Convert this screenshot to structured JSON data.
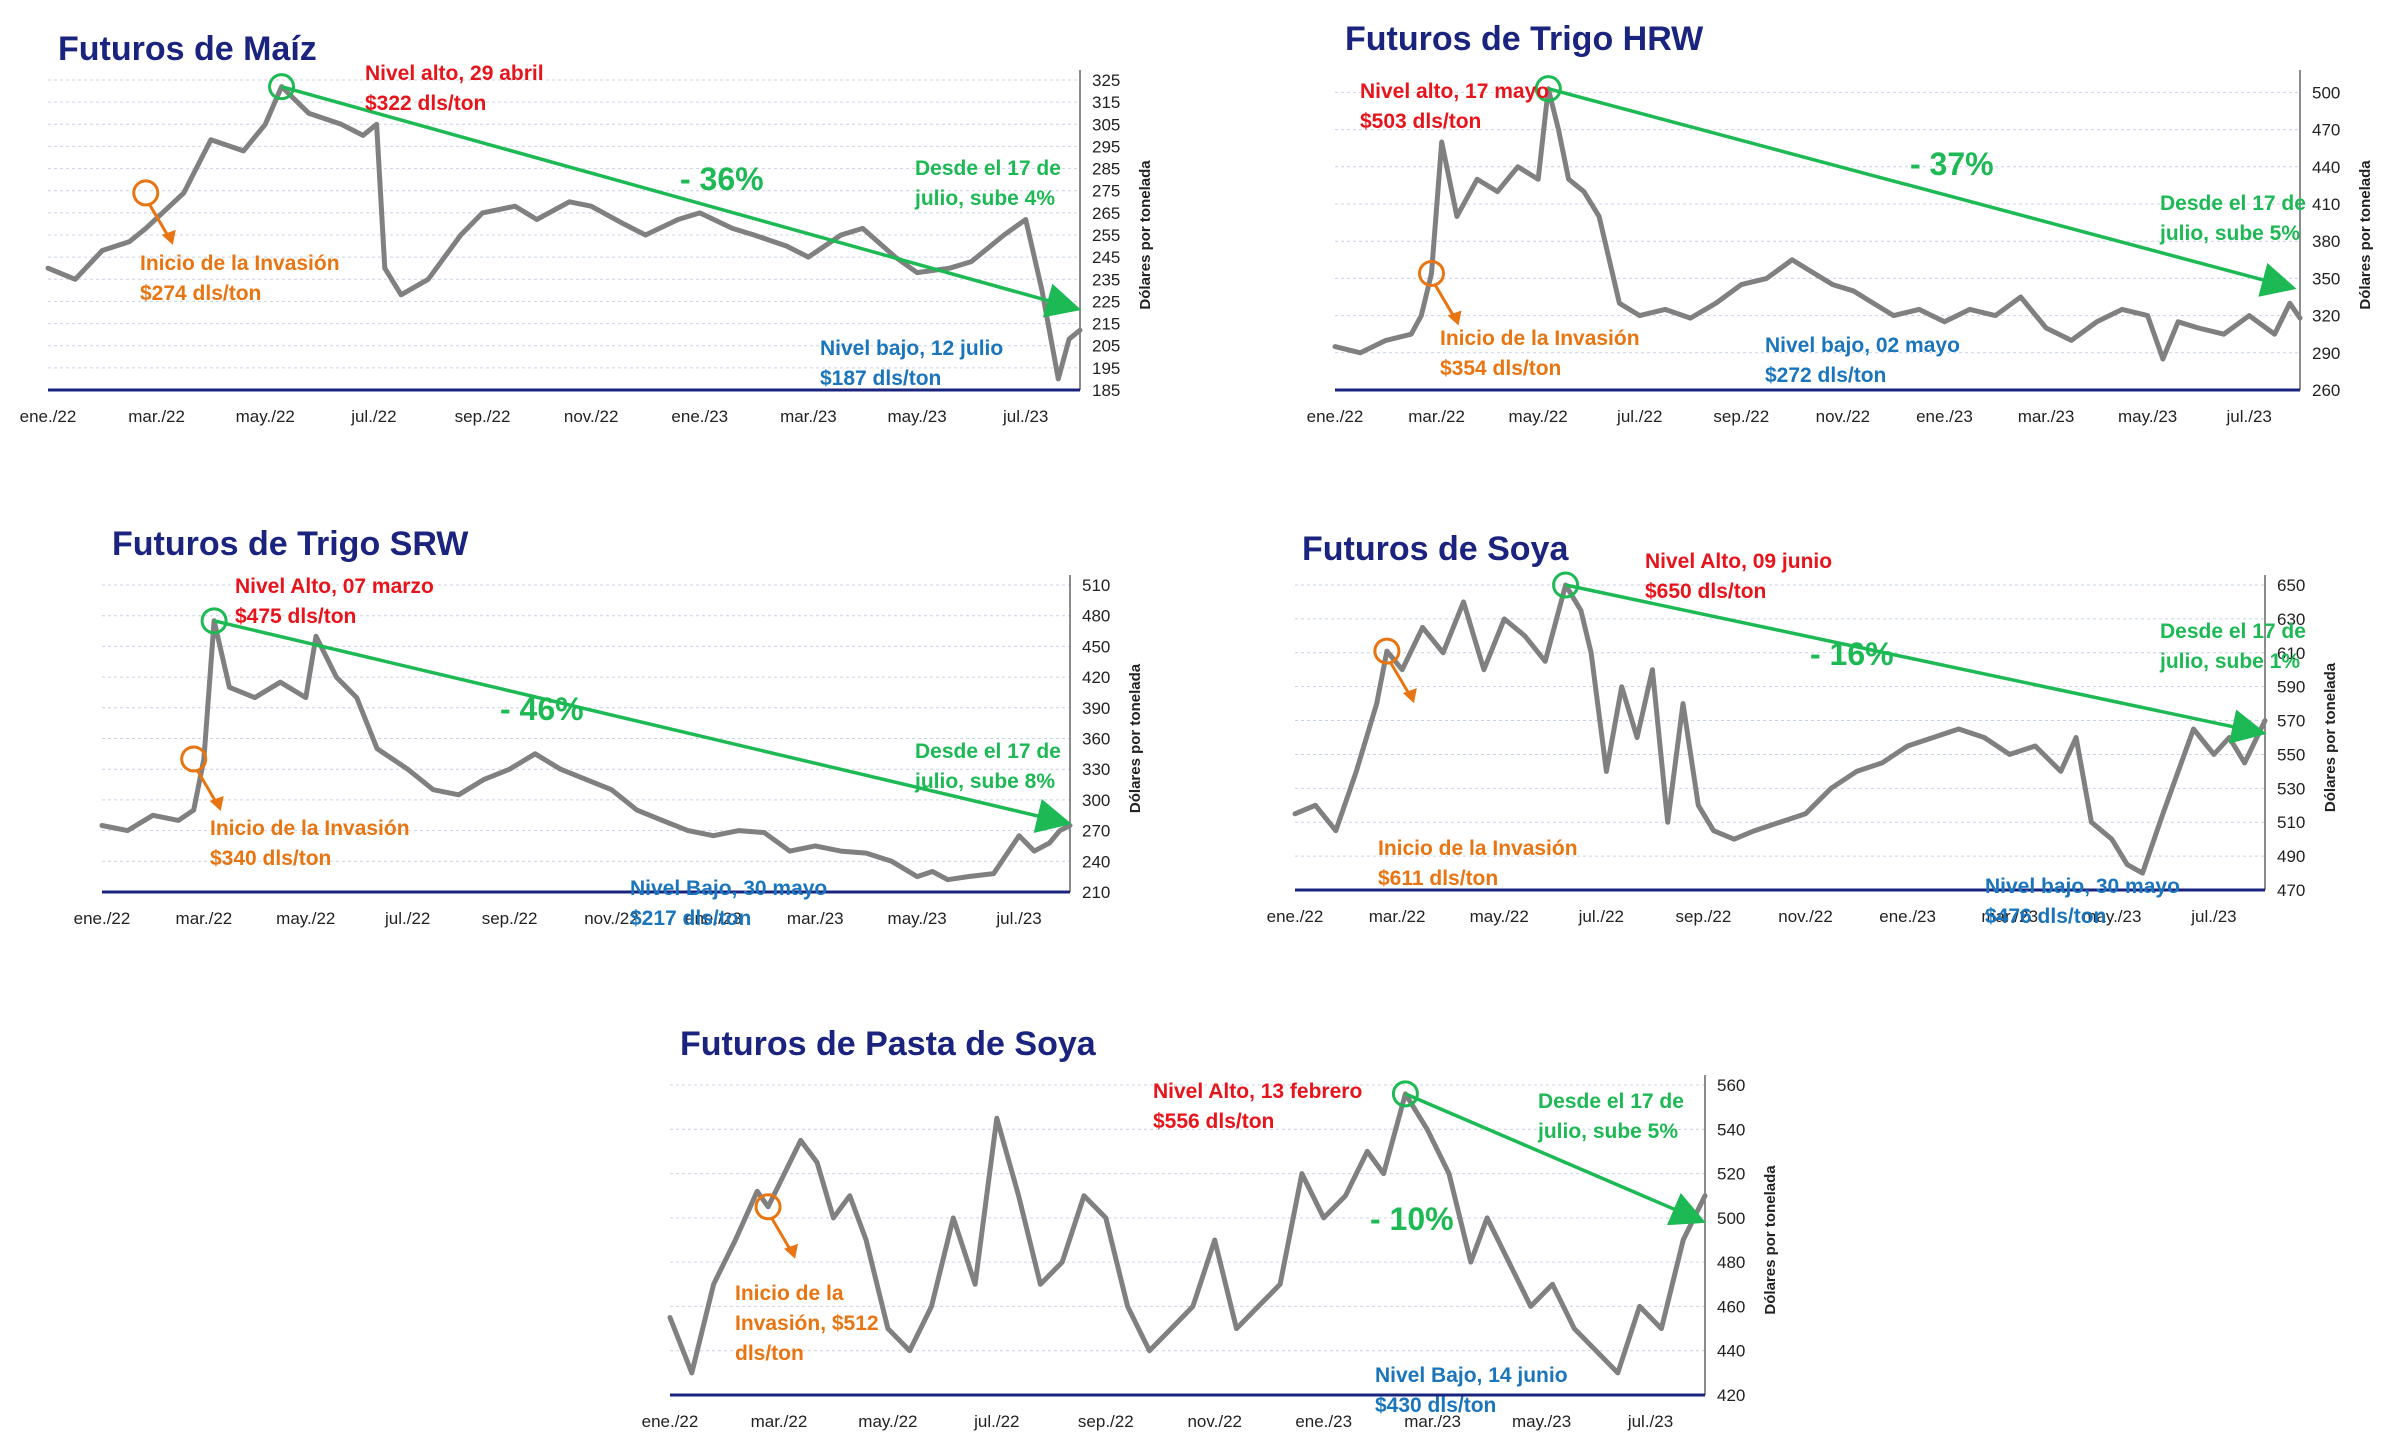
{
  "common": {
    "ylabel": "Dólares por tonelada",
    "month_labels": [
      "ene./22",
      "mar./22",
      "may./22",
      "jul./22",
      "sep./22",
      "nov./22",
      "ene./23",
      "mar./23",
      "may./23",
      "jul./23"
    ]
  },
  "colors": {
    "title": "#1a237e",
    "high": "#e8141b",
    "invasion": "#e87511",
    "low": "#1a75bc",
    "trend": "#1db954",
    "line": "#808080"
  },
  "chart_data": [
    {
      "id": "maiz",
      "type": "line",
      "title": "Futuros de Maíz",
      "ylabel": "Dólares por tonelada",
      "ylim": [
        185,
        325
      ],
      "yticks": [
        185,
        195,
        205,
        215,
        225,
        235,
        245,
        255,
        265,
        275,
        285,
        295,
        305,
        315,
        325
      ],
      "grid": true,
      "x_range": [
        0,
        19
      ],
      "x_ticks": [
        0,
        2,
        4,
        6,
        8,
        10,
        12,
        14,
        16,
        18
      ],
      "x_tick_labels": [
        "ene./22",
        "mar./22",
        "may./22",
        "jul./22",
        "sep./22",
        "nov./22",
        "ene./23",
        "mar./23",
        "may./23",
        "jul./23"
      ],
      "series_x": [
        0,
        0.5,
        1,
        1.5,
        1.8,
        2.5,
        3,
        3.6,
        4,
        4.3,
        4.8,
        5.4,
        5.8,
        6.05,
        6.2,
        6.5,
        7,
        7.6,
        8,
        8.6,
        9,
        9.6,
        10,
        10.6,
        11,
        11.6,
        12,
        12.6,
        13,
        13.6,
        14,
        14.6,
        15,
        15.6,
        16,
        16.6,
        17,
        17.6,
        18,
        18.3,
        18.6,
        18.8,
        19
      ],
      "series_y": [
        240,
        235,
        248,
        252,
        258,
        274,
        298,
        293,
        305,
        322,
        310,
        305,
        300,
        305,
        240,
        228,
        235,
        255,
        265,
        268,
        262,
        270,
        268,
        260,
        255,
        262,
        265,
        258,
        255,
        250,
        245,
        255,
        258,
        245,
        238,
        240,
        243,
        255,
        262,
        230,
        190,
        208,
        212
      ],
      "annotations": [
        {
          "id": "high",
          "marker_x": 4.3,
          "marker_y": 322,
          "lines": [
            "Nivel alto, 29 abril",
            "$322 dls/ton"
          ],
          "color": "high"
        },
        {
          "id": "invasion",
          "marker_x": 1.8,
          "marker_y": 274,
          "lines": [
            "Inicio de la Invasión",
            "$274 dls/ton"
          ],
          "color": "invasion"
        },
        {
          "id": "low",
          "lines": [
            "Nivel bajo, 12 julio",
            "$187 dls/ton"
          ],
          "color": "low"
        },
        {
          "id": "since",
          "lines": [
            "Desde el 17 de",
            "julio, sube 4%"
          ],
          "color": "trend"
        }
      ],
      "trend": {
        "label": "- 36%",
        "from": [
          4.3,
          322
        ],
        "to": [
          18.9,
          222
        ]
      }
    },
    {
      "id": "trigo_hrw",
      "type": "line",
      "title": "Futuros de Trigo HRW",
      "ylabel": "Dólares por tonelada",
      "ylim": [
        260,
        510
      ],
      "yticks": [
        260,
        290,
        320,
        350,
        380,
        410,
        440,
        470,
        500
      ],
      "grid": true,
      "x_range": [
        0,
        19
      ],
      "x_ticks": [
        0,
        2,
        4,
        6,
        8,
        10,
        12,
        14,
        16,
        18
      ],
      "x_tick_labels": [
        "ene./22",
        "mar./22",
        "may./22",
        "jul./22",
        "sep./22",
        "nov./22",
        "ene./23",
        "mar./23",
        "may./23",
        "jul./23"
      ],
      "series_x": [
        0,
        0.5,
        1,
        1.5,
        1.7,
        1.9,
        2.1,
        2.4,
        2.8,
        3.2,
        3.6,
        4,
        4.2,
        4.4,
        4.6,
        4.9,
        5.2,
        5.6,
        6,
        6.5,
        7,
        7.5,
        8,
        8.5,
        9,
        9.4,
        9.8,
        10.2,
        10.6,
        11,
        11.5,
        12,
        12.5,
        13,
        13.5,
        14,
        14.5,
        15,
        15.5,
        16,
        16.3,
        16.6,
        17,
        17.5,
        18,
        18.5,
        18.8,
        19
      ],
      "series_y": [
        295,
        290,
        300,
        305,
        320,
        354,
        460,
        400,
        430,
        420,
        440,
        430,
        503,
        470,
        430,
        420,
        400,
        330,
        320,
        325,
        318,
        330,
        345,
        350,
        365,
        355,
        345,
        340,
        330,
        320,
        325,
        315,
        325,
        320,
        335,
        310,
        300,
        315,
        325,
        320,
        285,
        315,
        310,
        305,
        320,
        305,
        330,
        318
      ],
      "annotations": [
        {
          "id": "high",
          "marker_x": 4.2,
          "marker_y": 503,
          "lines": [
            "Nivel alto, 17 mayo",
            "$503 dls/ton"
          ],
          "color": "high"
        },
        {
          "id": "invasion",
          "marker_x": 1.9,
          "marker_y": 354,
          "lines": [
            "Inicio de la Invasión",
            "$354 dls/ton"
          ],
          "color": "invasion"
        },
        {
          "id": "low",
          "lines": [
            "Nivel bajo, 02 mayo",
            "$272 dls/ton"
          ],
          "color": "low"
        },
        {
          "id": "since",
          "lines": [
            "Desde el 17 de",
            "julio, sube 5%"
          ],
          "color": "trend"
        }
      ],
      "trend": {
        "label": "- 37%",
        "from": [
          4.2,
          503
        ],
        "to": [
          18.8,
          343
        ]
      }
    },
    {
      "id": "trigo_srw",
      "type": "line",
      "title": "Futuros de Trigo SRW",
      "ylabel": "Dólares por tonelada",
      "ylim": [
        210,
        510
      ],
      "yticks": [
        210,
        240,
        270,
        300,
        330,
        360,
        390,
        420,
        450,
        480,
        510
      ],
      "grid": true,
      "x_range": [
        0,
        19
      ],
      "x_ticks": [
        0,
        2,
        4,
        6,
        8,
        10,
        12,
        14,
        16,
        18
      ],
      "x_tick_labels": [
        "ene./22",
        "mar./22",
        "may./22",
        "jul./22",
        "sep./22",
        "nov./22",
        "ene./23",
        "mar./23",
        "may./23",
        "jul./23"
      ],
      "series_x": [
        0,
        0.5,
        1,
        1.5,
        1.8,
        2,
        2.2,
        2.5,
        3,
        3.5,
        4,
        4.2,
        4.6,
        5,
        5.4,
        6,
        6.5,
        7,
        7.5,
        8,
        8.5,
        9,
        9.5,
        10,
        10.5,
        11,
        11.5,
        12,
        12.5,
        13,
        13.5,
        14,
        14.5,
        15,
        15.5,
        16,
        16.3,
        16.6,
        17,
        17.5,
        18,
        18.3,
        18.6,
        18.8,
        19
      ],
      "series_y": [
        275,
        270,
        285,
        280,
        290,
        340,
        475,
        410,
        400,
        415,
        400,
        460,
        420,
        400,
        350,
        330,
        310,
        305,
        320,
        330,
        345,
        330,
        320,
        310,
        290,
        280,
        270,
        265,
        270,
        268,
        250,
        255,
        250,
        248,
        240,
        225,
        230,
        222,
        225,
        228,
        265,
        250,
        258,
        270,
        275
      ],
      "annotations": [
        {
          "id": "high",
          "marker_x": 2.2,
          "marker_y": 475,
          "lines": [
            "Nivel Alto, 07 marzo",
            "$475 dls/ton"
          ],
          "color": "high"
        },
        {
          "id": "invasion",
          "marker_x": 1.8,
          "marker_y": 340,
          "lines": [
            "Inicio de la Invasión",
            "$340 dls/ton"
          ],
          "color": "invasion"
        },
        {
          "id": "low",
          "lines": [
            "Nivel Bajo, 30 mayo",
            "$217 dls/ton"
          ],
          "color": "low"
        },
        {
          "id": "since",
          "lines": [
            "Desde el 17 de",
            "julio, sube 8%"
          ],
          "color": "trend"
        }
      ],
      "trend": {
        "label": "- 46%",
        "from": [
          2.2,
          475
        ],
        "to": [
          18.9,
          278
        ]
      }
    },
    {
      "id": "soya",
      "type": "line",
      "title": "Futuros de Soya",
      "ylabel": "Dólares por tonelada",
      "ylim": [
        470,
        650
      ],
      "yticks": [
        470,
        490,
        510,
        530,
        550,
        570,
        590,
        610,
        630,
        650
      ],
      "grid": true,
      "x_range": [
        0,
        19
      ],
      "x_ticks": [
        0,
        2,
        4,
        6,
        8,
        10,
        12,
        14,
        16,
        18
      ],
      "x_tick_labels": [
        "ene./22",
        "mar./22",
        "may./22",
        "jul./22",
        "sep./22",
        "nov./22",
        "ene./23",
        "mar./23",
        "may./23",
        "jul./23"
      ],
      "series_x": [
        0,
        0.4,
        0.8,
        1.2,
        1.6,
        1.8,
        2.1,
        2.5,
        2.9,
        3.3,
        3.7,
        4.1,
        4.5,
        4.9,
        5.3,
        5.6,
        5.8,
        6.1,
        6.4,
        6.7,
        7,
        7.3,
        7.6,
        7.9,
        8.2,
        8.6,
        9,
        9.5,
        10,
        10.5,
        11,
        11.5,
        12,
        12.5,
        13,
        13.5,
        14,
        14.5,
        15,
        15.3,
        15.6,
        16,
        16.3,
        16.6,
        17,
        17.3,
        17.6,
        18,
        18.3,
        18.6,
        19
      ],
      "series_y": [
        515,
        520,
        505,
        540,
        580,
        611,
        600,
        625,
        610,
        640,
        600,
        630,
        620,
        605,
        650,
        635,
        610,
        540,
        590,
        560,
        600,
        510,
        580,
        520,
        505,
        500,
        505,
        510,
        515,
        530,
        540,
        545,
        555,
        560,
        565,
        560,
        550,
        555,
        540,
        560,
        510,
        500,
        485,
        480,
        515,
        540,
        565,
        550,
        560,
        545,
        570
      ],
      "annotations": [
        {
          "id": "high",
          "marker_x": 5.3,
          "marker_y": 650,
          "lines": [
            "Nivel Alto, 09 junio",
            "$650 dls/ton"
          ],
          "color": "high"
        },
        {
          "id": "invasion",
          "marker_x": 1.8,
          "marker_y": 611,
          "lines": [
            "Inicio de la Invasión",
            "$611 dls/ton"
          ],
          "color": "invasion"
        },
        {
          "id": "low",
          "lines": [
            "Nivel bajo, 30 mayo",
            "$476 dls/ton"
          ],
          "color": "low"
        },
        {
          "id": "since",
          "lines": [
            "Desde el 17 de",
            "julio, sube 1%"
          ],
          "color": "trend"
        }
      ],
      "trend": {
        "label": "- 16%",
        "from": [
          5.3,
          650
        ],
        "to": [
          18.9,
          563
        ]
      }
    },
    {
      "id": "pasta_soya",
      "type": "line",
      "title": "Futuros de Pasta de Soya",
      "ylabel": "Dólares por tonelada",
      "ylim": [
        420,
        560
      ],
      "yticks": [
        420,
        440,
        460,
        480,
        500,
        520,
        540,
        560
      ],
      "grid": true,
      "x_range": [
        0,
        19
      ],
      "x_ticks": [
        0,
        2,
        4,
        6,
        8,
        10,
        12,
        14,
        16,
        18
      ],
      "x_tick_labels": [
        "ene./22",
        "mar./22",
        "may./22",
        "jul./22",
        "sep./22",
        "nov./22",
        "ene./23",
        "mar./23",
        "may./23",
        "jul./23"
      ],
      "series_x": [
        0,
        0.4,
        0.8,
        1.2,
        1.6,
        1.8,
        2.1,
        2.4,
        2.7,
        3,
        3.3,
        3.6,
        4,
        4.4,
        4.8,
        5.2,
        5.6,
        6,
        6.4,
        6.8,
        7.2,
        7.6,
        8,
        8.4,
        8.8,
        9.2,
        9.6,
        10,
        10.4,
        10.8,
        11.2,
        11.6,
        12,
        12.4,
        12.8,
        13.1,
        13.5,
        13.9,
        14.3,
        14.7,
        15,
        15.4,
        15.8,
        16.2,
        16.6,
        17,
        17.4,
        17.8,
        18.2,
        18.6,
        19
      ],
      "series_y": [
        455,
        430,
        470,
        490,
        512,
        505,
        520,
        535,
        525,
        500,
        510,
        490,
        450,
        440,
        460,
        500,
        470,
        545,
        510,
        470,
        480,
        510,
        500,
        460,
        440,
        450,
        460,
        490,
        450,
        460,
        470,
        520,
        500,
        510,
        530,
        520,
        556,
        540,
        520,
        480,
        500,
        480,
        460,
        470,
        450,
        440,
        430,
        460,
        450,
        490,
        510
      ],
      "annotations": [
        {
          "id": "high",
          "marker_x": 13.5,
          "marker_y": 556,
          "lines": [
            "Nivel Alto, 13 febrero",
            "$556 dls/ton"
          ],
          "color": "high"
        },
        {
          "id": "invasion",
          "marker_x": 1.8,
          "marker_y": 505,
          "lines": [
            "Inicio de la",
            "Invasión, $512",
            "dls/ton"
          ],
          "color": "invasion"
        },
        {
          "id": "low",
          "lines": [
            "Nivel Bajo, 14 junio",
            "$430 dls/ton"
          ],
          "color": "low"
        },
        {
          "id": "since",
          "lines": [
            "Desde el 17 de",
            "julio, sube 5%"
          ],
          "color": "trend"
        }
      ],
      "trend": {
        "label": "- 10%",
        "from": [
          13.5,
          556
        ],
        "to": [
          18.9,
          499
        ]
      }
    }
  ]
}
